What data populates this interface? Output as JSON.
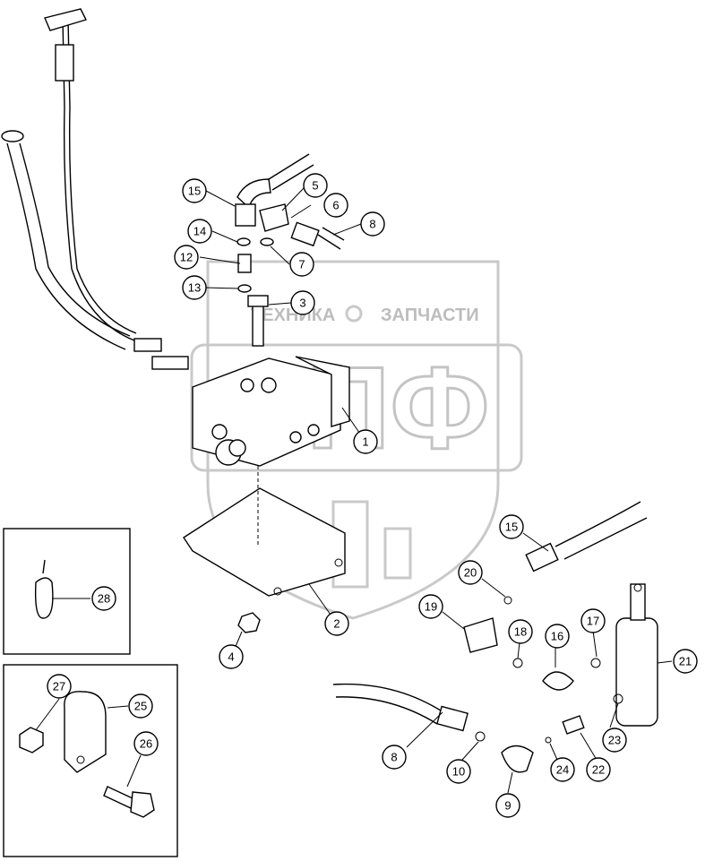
{
  "watermark": {
    "text_left": "ТЕХНИКА",
    "text_right": "ЗАПЧАСТИ",
    "logo_text": "ЭПФ"
  },
  "callouts": [
    {
      "label": "1"
    },
    {
      "label": "2"
    },
    {
      "label": "3"
    },
    {
      "label": "4"
    },
    {
      "label": "5"
    },
    {
      "label": "6"
    },
    {
      "label": "7"
    },
    {
      "label": "8"
    },
    {
      "label": "12"
    },
    {
      "label": "13"
    },
    {
      "label": "14"
    },
    {
      "label": "15"
    },
    {
      "label": "15"
    },
    {
      "label": "16"
    },
    {
      "label": "17"
    },
    {
      "label": "18"
    },
    {
      "label": "19"
    },
    {
      "label": "20"
    },
    {
      "label": "21"
    },
    {
      "label": "22"
    },
    {
      "label": "23"
    },
    {
      "label": "24"
    },
    {
      "label": "9"
    },
    {
      "label": "10"
    },
    {
      "label": "8"
    },
    {
      "label": "28"
    },
    {
      "label": "27"
    },
    {
      "label": "25"
    },
    {
      "label": "26"
    }
  ]
}
